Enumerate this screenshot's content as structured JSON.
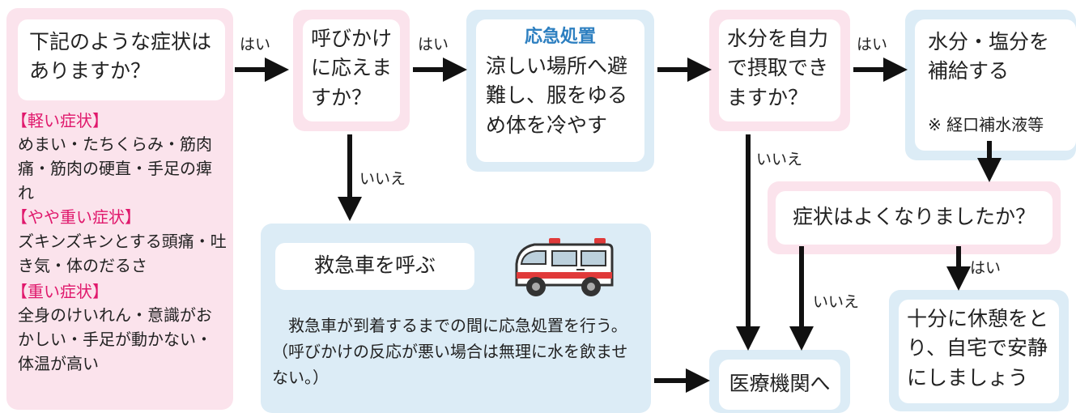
{
  "symptoms": {
    "question": "下記のような症状はありますか？",
    "mild_title": "【軽い症状】",
    "mild_text": "めまい・たちくらみ・筋肉痛・筋肉の硬直・手足の痺れ",
    "moderate_title": "【やや重い症状】",
    "moderate_text": "ズキンズキンとする頭痛・吐き気・体のだるさ",
    "severe_title": "【重い症状】",
    "severe_text": "全身のけいれん・意識がおかしい・手足が動かない・体温が高い"
  },
  "respond": {
    "question": "呼びかけに応えますか？"
  },
  "first_aid": {
    "title": "応急処置",
    "text": "涼しい場所へ避難し、服をゆるめ体を冷やす"
  },
  "water": {
    "question": "水分を自力で摂取できますか？"
  },
  "hydrate": {
    "text": "水分・塩分を補給する",
    "note": "※ 経口補水液等"
  },
  "improve": {
    "question": "症状はよくなりましたか？"
  },
  "rest": {
    "text": "十分に休憩をとり、自宅で安静にしましょう"
  },
  "hospital": {
    "text": "医療機関へ"
  },
  "ambulance": {
    "title": "救急車を呼ぶ",
    "text": "救急車が到着するまでの間に応急処置を行う。（呼びかけの反応が悪い場合は無理に水を飲ませない。）",
    "icon": "ambulance-icon"
  },
  "labels": {
    "yes": "はい",
    "no": "いいえ"
  },
  "colors": {
    "pink": "#fbe3ec",
    "blue": "#dcecf6",
    "magenta": "#e0186c",
    "heading_blue": "#2d7fc0"
  }
}
